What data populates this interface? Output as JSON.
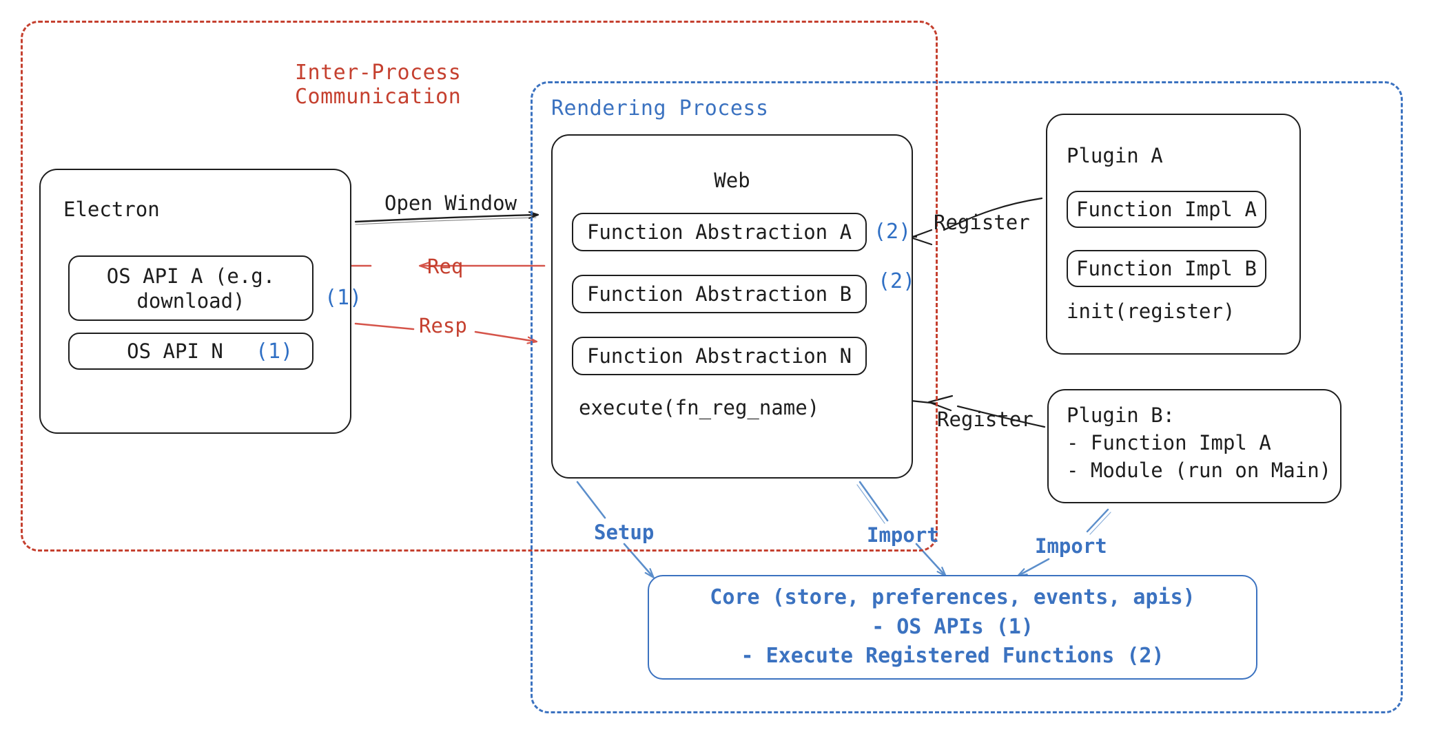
{
  "diagram": {
    "title": "Electron plugin architecture",
    "colors": {
      "red": "#c5402f",
      "blue": "#3b72c0",
      "ink": "#1d1d1d"
    }
  },
  "groups": {
    "ipc": {
      "label": "Inter-Process\nCommunication"
    },
    "render": {
      "label": "Rendering Process"
    }
  },
  "electron": {
    "title": "Electron",
    "api_a": "OS API A (e.g.\ndownload)",
    "api_a_marker": "(1)",
    "api_n": "OS API N",
    "api_n_marker": "(1)"
  },
  "web": {
    "title": "Web",
    "fn_a": "Function Abstraction A",
    "fn_a_marker": "(2)",
    "fn_b": "Function Abstraction B",
    "fn_b_marker": "(2)",
    "fn_n": "Function Abstraction N",
    "execute": "execute(fn_reg_name)"
  },
  "plugin_a": {
    "title": "Plugin A",
    "impl_a": "Function Impl A",
    "impl_b": "Function Impl B",
    "init": "init(register)"
  },
  "plugin_b": {
    "text": "Plugin B:\n- Function Impl A\n- Module (run on Main)"
  },
  "core": {
    "text": "Core (store, preferences, events, apis)\n- OS APIs (1)\n- Execute Registered Functions (2)"
  },
  "edges": {
    "open_window": "Open Window",
    "req": "Req",
    "resp": "Resp",
    "register_a": "Register",
    "register_b": "Register",
    "setup": "Setup",
    "import_web": "Import",
    "import_plugin": "Import"
  }
}
